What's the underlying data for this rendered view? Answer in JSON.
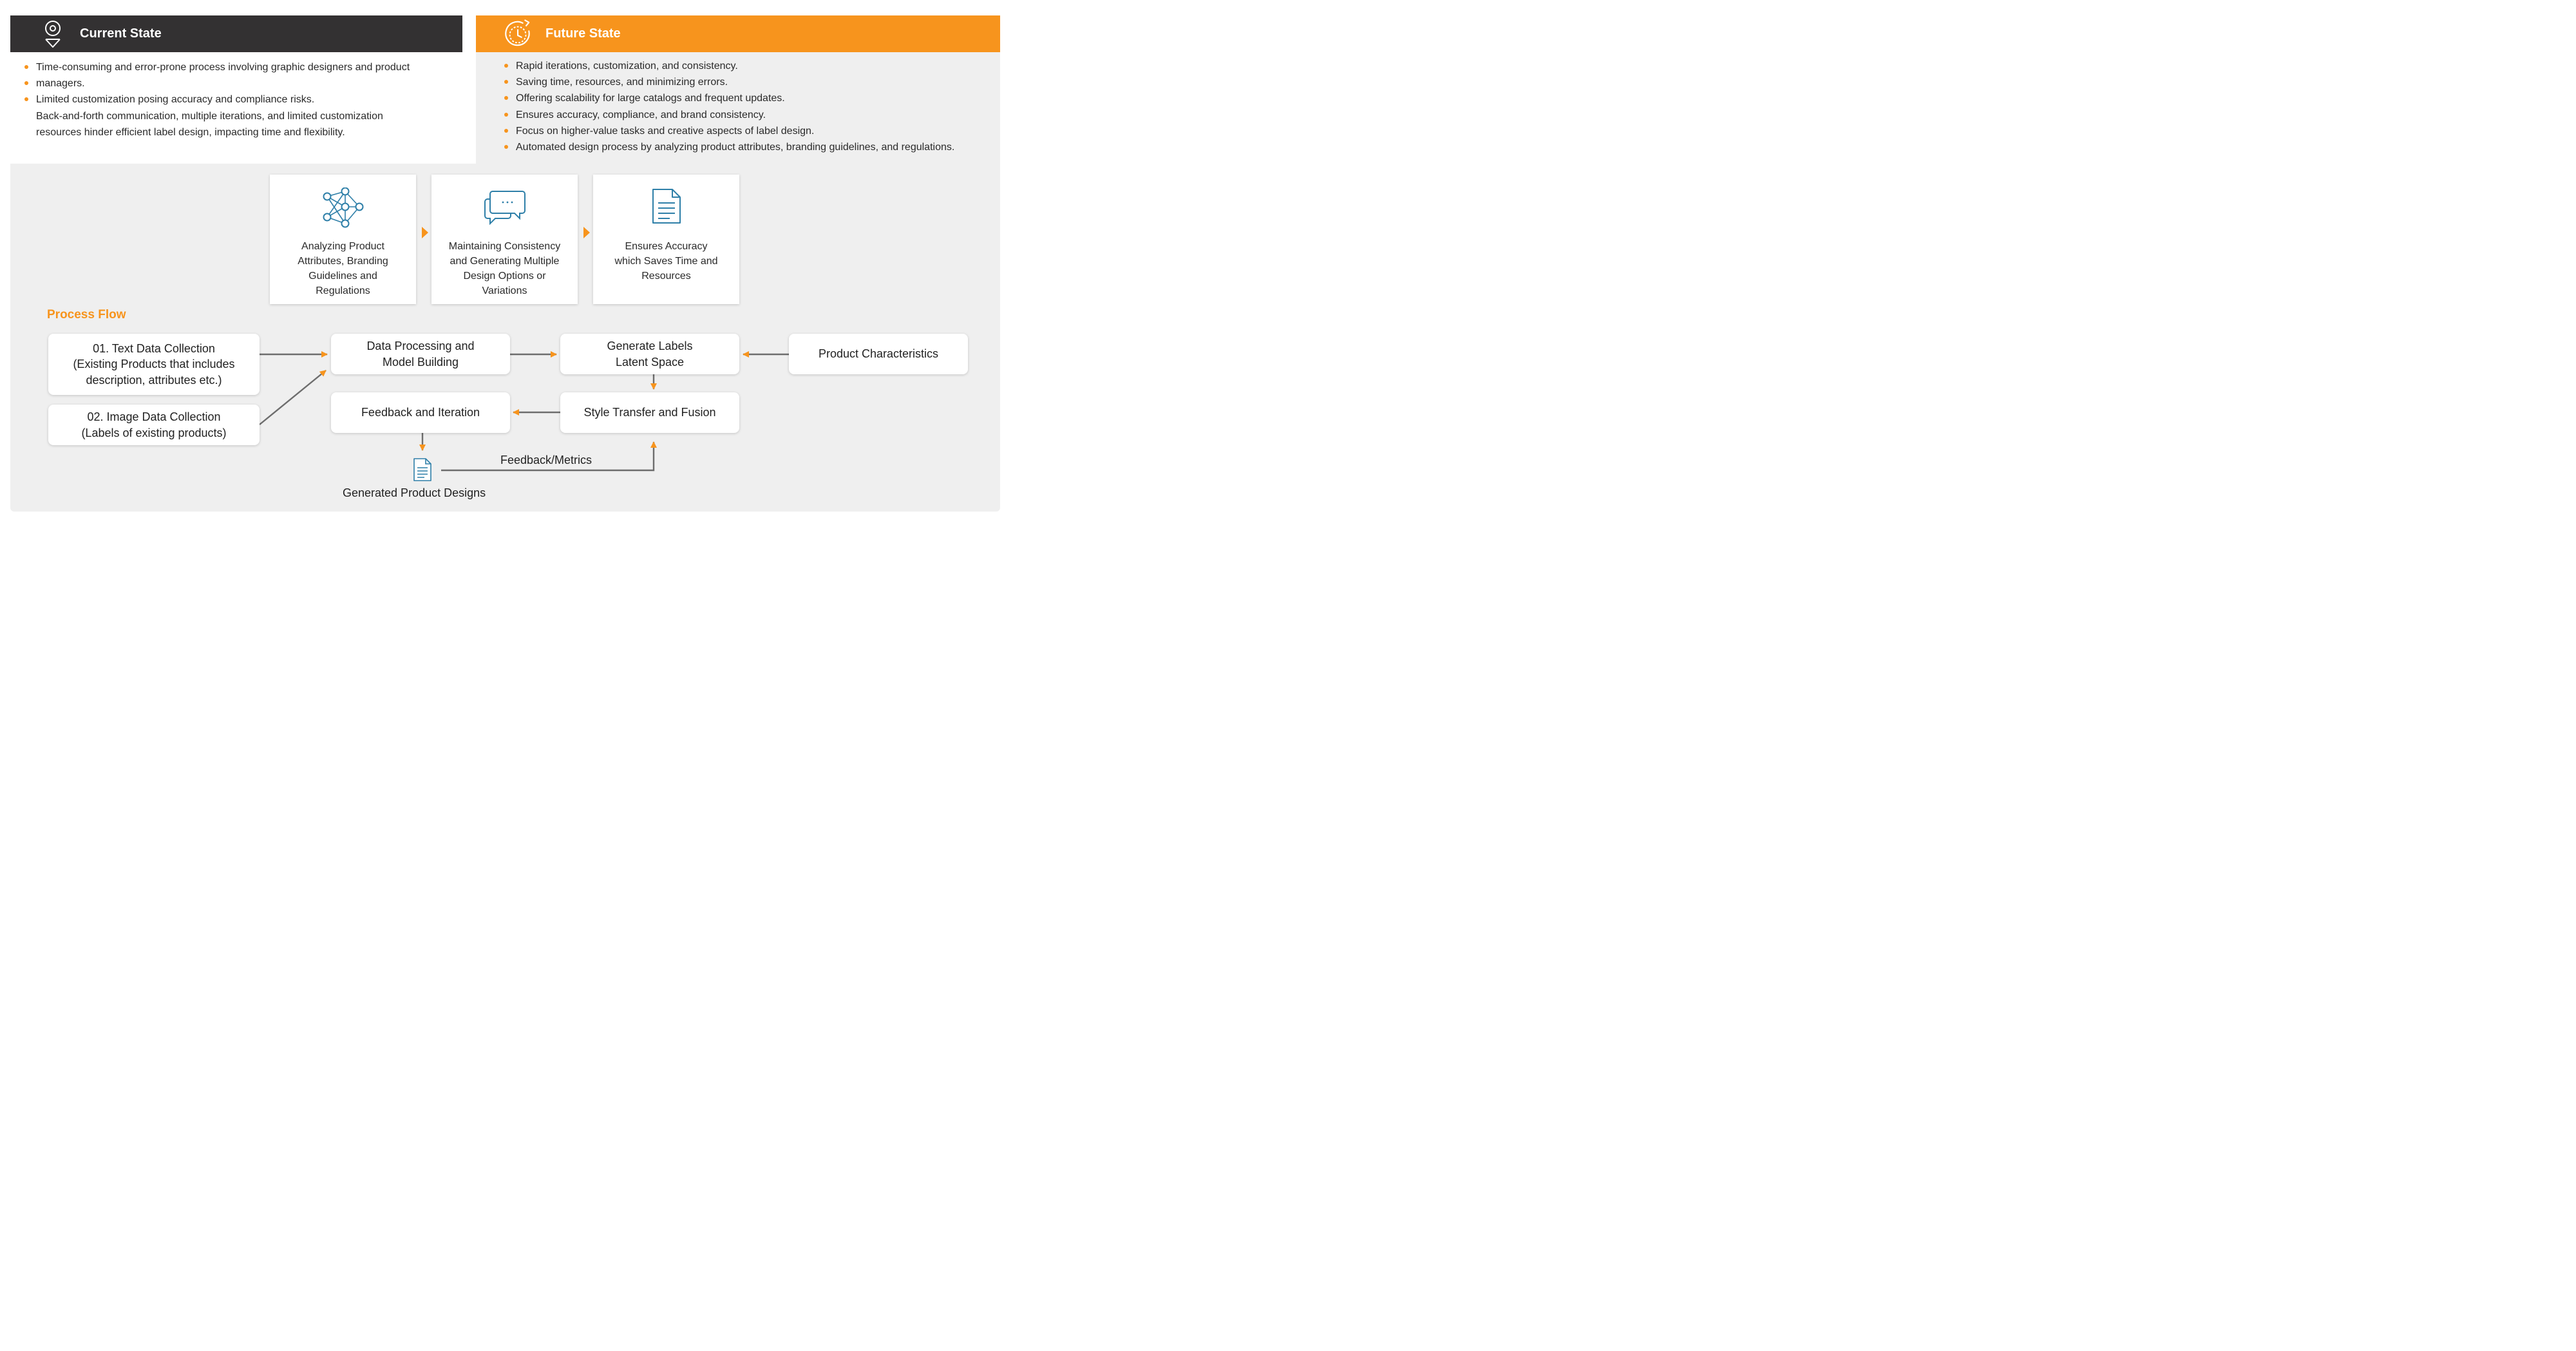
{
  "current_state": {
    "title": "Current State",
    "icon": "map-pin-icon",
    "bullets": [
      "Time-consuming and error-prone process involving graphic designers and product",
      "managers.",
      "Limited customization posing accuracy and compliance risks."
    ],
    "continuation": [
      "Back-and-forth communication, multiple iterations, and limited customization",
      "resources hinder efficient label design, impacting time and flexibility."
    ]
  },
  "future_state": {
    "title": "Future State",
    "icon": "clock-icon",
    "bullets": [
      "Rapid iterations, customization, and consistency.",
      "Saving time, resources, and minimizing errors.",
      "Offering scalability for large catalogs and frequent updates.",
      "Ensures accuracy, compliance, and brand consistency.",
      "Focus on higher-value tasks and creative aspects of label design.",
      "Automated design process by analyzing product attributes, branding guidelines, and regulations."
    ]
  },
  "cards": [
    {
      "icon": "neural-network-icon",
      "lines": [
        "Analyzing Product",
        "Attributes, Branding",
        "Guidelines and",
        "Regulations"
      ]
    },
    {
      "icon": "chat-bubbles-icon",
      "lines": [
        "Maintaining Consistency",
        "and Generating Multiple",
        "Design Options or",
        "Variations"
      ]
    },
    {
      "icon": "document-icon",
      "lines": [
        "Ensures Accuracy",
        "which Saves Time and",
        "Resources"
      ]
    }
  ],
  "process_flow": {
    "title": "Process Flow",
    "text_data": [
      "01. Text Data Collection",
      "(Existing Products that includes",
      "description, attributes etc.)"
    ],
    "image_data": [
      "02. Image Data Collection",
      "(Labels of existing products)"
    ],
    "data_processing": [
      "Data Processing and",
      "Model Building"
    ],
    "generate_labels": [
      "Generate Labels",
      "Latent Space"
    ],
    "product_characteristics": "Product Characteristics",
    "feedback_iteration": "Feedback and Iteration",
    "style_transfer": "Style Transfer and Fusion",
    "feedback_metrics": "Feedback/Metrics",
    "generated_designs": "Generated Product Designs"
  },
  "colors": {
    "accent": "#f7941d",
    "dark_header": "#333132",
    "panel_bg": "#efefef",
    "icon_blue": "#2e7fa8",
    "arrow_gray": "#6d6d6d"
  }
}
